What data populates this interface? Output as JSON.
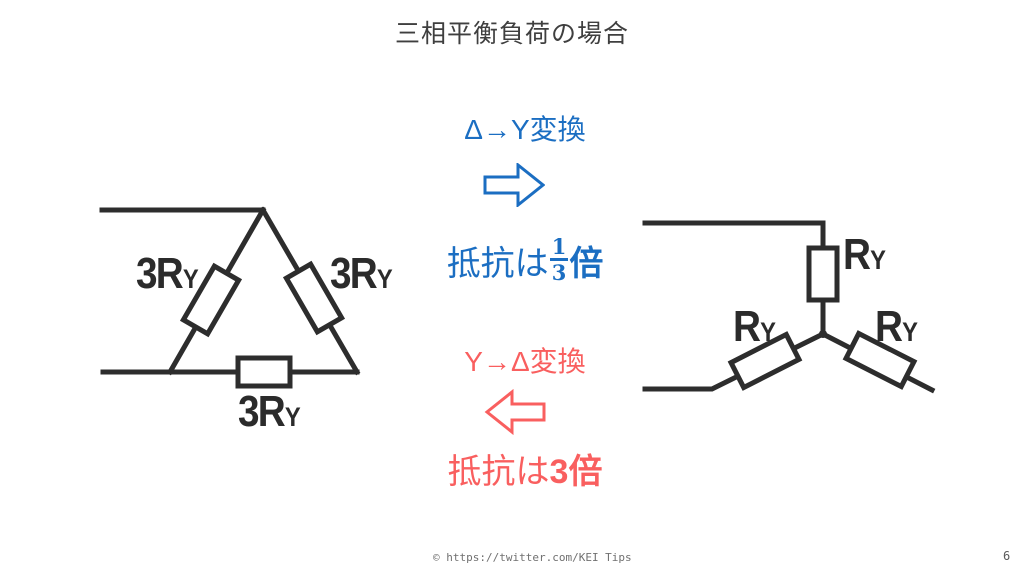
{
  "page": {
    "title": "三相平衡負荷の場合",
    "credit": "© https://twitter.com/KEI Tips",
    "page_number": "6",
    "background": "#ffffff"
  },
  "colors": {
    "line_black": "#2d2d2d",
    "blue_accent": "#1b6ec2",
    "red_accent": "#f95f5f",
    "title_gray": "#3f3f3f",
    "footer_gray": "#707070"
  },
  "delta_circuit": {
    "type": "delta-connection",
    "resistor_labels": [
      {
        "main": "3R",
        "sub": "Y"
      },
      {
        "main": "3R",
        "sub": "Y"
      },
      {
        "main": "3R",
        "sub": "Y"
      }
    ]
  },
  "wye_circuit": {
    "type": "wye-connection",
    "resistor_labels": [
      {
        "main": "R",
        "sub": "Y"
      },
      {
        "main": "R",
        "sub": "Y"
      },
      {
        "main": "R",
        "sub": "Y"
      }
    ]
  },
  "conversions": {
    "delta_to_wye": {
      "label": "Δ→Y変換",
      "result_prefix": "抵抗は",
      "fraction_numerator": "1",
      "fraction_denominator": "3",
      "result_suffix": "倍",
      "arrow_direction": "right",
      "color": "#1b6ec2"
    },
    "wye_to_delta": {
      "label": "Y→Δ変換",
      "result_prefix": "抵抗は",
      "factor": "3",
      "result_suffix": "倍",
      "arrow_direction": "left",
      "color": "#f95f5f"
    }
  }
}
